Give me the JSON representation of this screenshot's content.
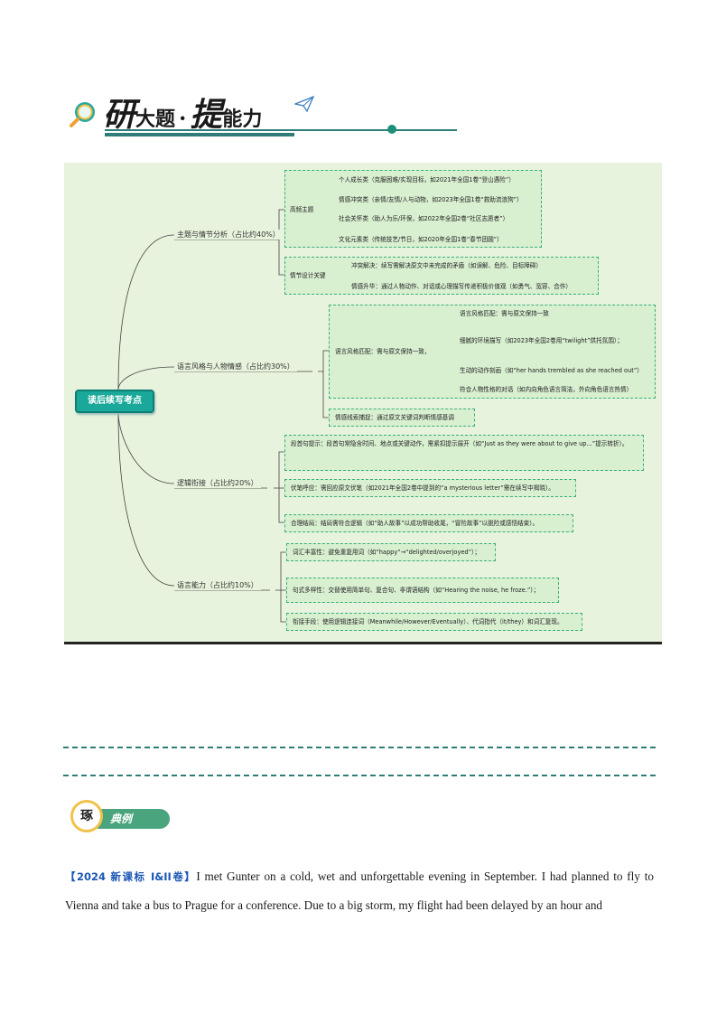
{
  "header": {
    "title_big_1": "研",
    "title_mid_1": "大题",
    "title_dot": "·",
    "title_big_2": "提",
    "title_mid_2": "能力"
  },
  "mindmap": {
    "root": "读后续写考点",
    "branches": [
      {
        "label": "主题与情节分析（占比约40%）",
        "groups": [
          {
            "label": "高频主题",
            "items": [
              "个人成长类（克服困难/实现目标，如2021年全国1卷“登山遇险”）",
              "情感冲突类（亲情/友情/人与动物，如2023年全国1卷“救助流浪狗”）",
              "社会关怀类（助人为乐/环保，如2022年全国2卷“社区志愿者”）",
              "文化元素类（传统技艺/节日，如2020年全国1卷“春节团圆”）"
            ]
          },
          {
            "label": "情节设计关键",
            "items": [
              "冲突解决：续写需解决原文中未完成的矛盾（如误解、危险、目标障碍）",
              "情感升华：通过人物动作、对话或心理描写传递积极价值观（如勇气、宽容、合作）"
            ]
          }
        ]
      },
      {
        "label": "语言风格与人物情感（占比约30%）",
        "groups": [
          {
            "label": "语言风格匹配：需与原文保持一致，",
            "items": [
              "语言风格匹配：需与原文保持一致",
              "细腻的环境描写（如2023年全国2卷用“twilight”烘托氛围）；",
              "生动的动作刻画（如“her hands trembled as she reached out”）",
              "符合人物性格的对话（如内向角色语言简洁，外向角色语言热情）"
            ]
          }
        ],
        "extra": "情感线索捕捉：通过原文关键词判断情感基调"
      },
      {
        "label": "逻辑衔接（占比约20%）",
        "items": [
          "段首句提示：段首句常隐含时间、地点或关键动作，需紧扣提示展开（如“Just as they were about to give up...”提示转折）。",
          "伏笔呼应：需回应原文伏笔（如2021年全国2卷中提到的“a mysterious letter”需在续写中揭晓）。",
          "合理结局：结局需符合逻辑（如“助人故事”以成功帮助收尾，“冒险故事”以脱险或感悟结束）。"
        ]
      },
      {
        "label": "语言能力（占比约10%）",
        "items": [
          "词汇丰富性：避免重复用词（如“happy”→“delighted/overjoyed”）；",
          "句式多样性：交替使用简单句、复合句、非谓语结构（如“Hearing the noise, he froze.”）；",
          "衔接手段：使用逻辑连接词（Meanwhile/However/Eventually）、代词指代（it/they）和词汇复现。"
        ]
      }
    ]
  },
  "example": {
    "badge_char": "琢",
    "badge_label": "典例",
    "source": "【2024 新课标 I&II卷】",
    "text": "I met Gunter on a cold, wet and unforgettable evening in September. I had planned to fly to Vienna and take a bus to Prague for a conference. Due to a big storm, my flight had been delayed by an hour and"
  },
  "colors": {
    "accent": "#2e7d79",
    "map_bg": "#e7f3dc",
    "box_border": "#38b07a",
    "root_bg": "#1aa89a",
    "source_blue": "#1a56b5"
  }
}
